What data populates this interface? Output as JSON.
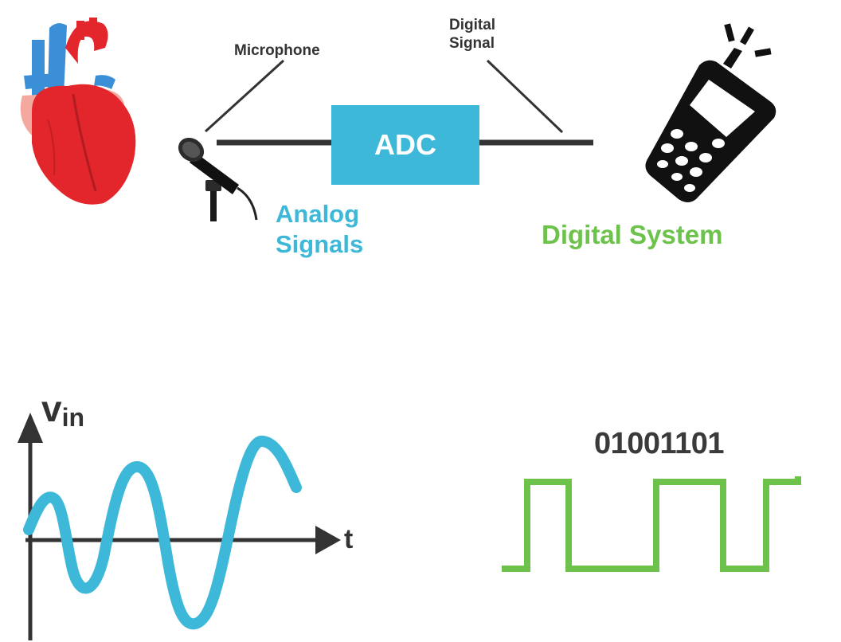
{
  "labels": {
    "microphone": "Microphone",
    "digital_signal_line1": "Digital",
    "digital_signal_line2": "Signal",
    "adc": "ADC",
    "analog_line1": "Analog",
    "analog_line2": "Signals",
    "digital_system": "Digital System",
    "vin_main": "v",
    "vin_sub": "in",
    "time_axis": "t",
    "bit_sequence": "01001101"
  },
  "icons": {
    "heart": "heart-icon",
    "microphone": "microphone-icon",
    "phone": "mobile-phone-icon"
  },
  "colors": {
    "accent_blue": "#3db8d8",
    "digital_green": "#6cc24a",
    "line_dark": "#333333",
    "heart_red": "#e3262b",
    "heart_blue": "#3b8fd6",
    "heart_pink": "#f4a9a0"
  }
}
